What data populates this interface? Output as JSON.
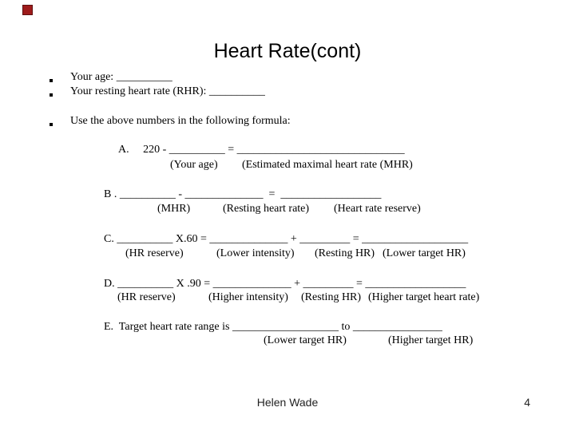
{
  "slide": {
    "accent_color": "#9e1b1b",
    "title": "Heart Rate(cont)",
    "bullets": [
      "Your age: __________",
      "Your resting heart rate (RHR): __________",
      "Use the above numbers in the following formula:"
    ],
    "formula": {
      "a": {
        "main": "A.     220 - __________ = ______________________________",
        "labels": [
          "(Your age)",
          "(Estimated maximal heart rate (MHR)"
        ]
      },
      "b": {
        "main": "B . __________ - ______________  =  __________________",
        "labels": [
          "(MHR)",
          "(Resting heart rate)",
          "(Heart rate reserve)"
        ]
      },
      "c": {
        "main": "C. __________ X.60 = ______________ + _________ = ___________________",
        "labels": [
          "(HR reserve)",
          "(Lower intensity)",
          "(Resting HR)",
          "(Lower target HR)"
        ]
      },
      "d": {
        "main": "D. __________ X .90 = ______________ + _________ = __________________",
        "labels": [
          "(HR reserve)",
          "(Higher intensity)",
          "(Resting HR)",
          "(Higher target heart rate)"
        ]
      },
      "e": {
        "main": "E.  Target heart rate range is ___________________ to ________________",
        "labels": [
          "(Lower target HR)",
          "(Higher target HR)"
        ]
      }
    },
    "footer": {
      "author": "Helen Wade",
      "page_number": "4"
    }
  }
}
